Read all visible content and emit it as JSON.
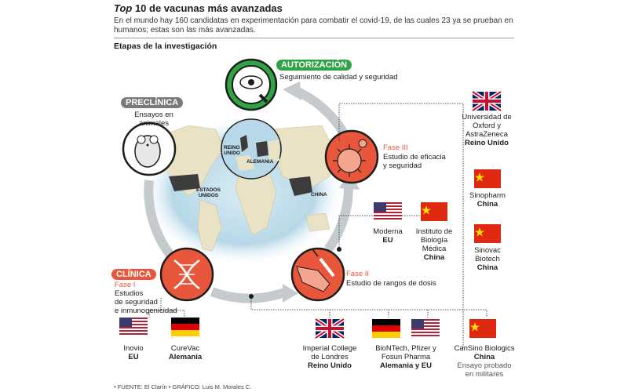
{
  "header": {
    "title_italic": "Top",
    "title_rest": " 10 de vacunas más avanzadas",
    "subtitle": "En el mundo hay 160 candidatas en experimentación para combatir el covid-19, de las cuales 23 ya se prueban en humanos; estas son las más avanzadas.",
    "section": "Etapas de la investigación"
  },
  "stages": {
    "autorizacion": {
      "pill": "AUTORIZACIÓN",
      "desc": "Seguimiento de calidad y seguridad"
    },
    "preclinica": {
      "pill": "PRECLÍNICA",
      "desc_1": "Ensayos en",
      "desc_2": "animales"
    },
    "clinica": {
      "pill": "CLÍNICA",
      "phase": "Fase I",
      "desc_1": "Estudios",
      "desc_2": "de seguridad",
      "desc_3": "e inmunogenicidad"
    },
    "fase2": {
      "phase": "Fase II",
      "desc": "Estudio de rangos de dosis"
    },
    "fase3": {
      "phase": "Fase III",
      "desc_1": "Estudio de eficacia",
      "desc_2": "y seguridad"
    }
  },
  "map_labels": {
    "reino_unido_1": "REINO",
    "reino_unido_2": "UNIDO",
    "alemania": "ALEMANIA",
    "eu_1": "ESTADOS",
    "eu_2": "UNIDOS",
    "china": "CHINA"
  },
  "vaccines": {
    "oxford": {
      "l1": "Universidad de",
      "l2": "Oxford y",
      "l3": "AstraZeneca",
      "country": "Reino Unido",
      "flag": "uk"
    },
    "sinopharm": {
      "l1": "Sinopharm",
      "country": "China",
      "flag": "china"
    },
    "sinovac": {
      "l1": "Sinovac",
      "l2": "Biotech",
      "country": "China",
      "flag": "china"
    },
    "moderna": {
      "l1": "Moderna",
      "country": "EU",
      "flag": "usa"
    },
    "instituto": {
      "l1": "Instituto de",
      "l2": "Biología",
      "l3": "Médica",
      "country": "China",
      "flag": "china"
    },
    "inovio": {
      "l1": "Inovio",
      "country": "EU",
      "flag": "usa"
    },
    "curevac": {
      "l1": "CureVac",
      "country": "Alemania",
      "flag": "germany"
    },
    "imperial": {
      "l1": "Imperial College",
      "l2": "de Londres",
      "country": "Reino Unido",
      "flag": "uk"
    },
    "biontech": {
      "l1": "BioNTech, Pfizer y",
      "l2": "Fosun Pharma",
      "country": "Alemania y EU",
      "flags": [
        "germany",
        "usa"
      ]
    },
    "cansino": {
      "l1": "CanSino Biologics",
      "country": "China",
      "note_1": "Ensayo probado",
      "note_2": "en militares",
      "flag": "china"
    }
  },
  "footer": "• FUENTE: El Clarín • GRÁFICO: Luis M. Morales C.",
  "colors": {
    "orange": "#e8573c",
    "green": "#2fa345",
    "gray": "#7a7a7a",
    "ring": "#bfc4c7",
    "map_water": "#b7d8e8"
  }
}
